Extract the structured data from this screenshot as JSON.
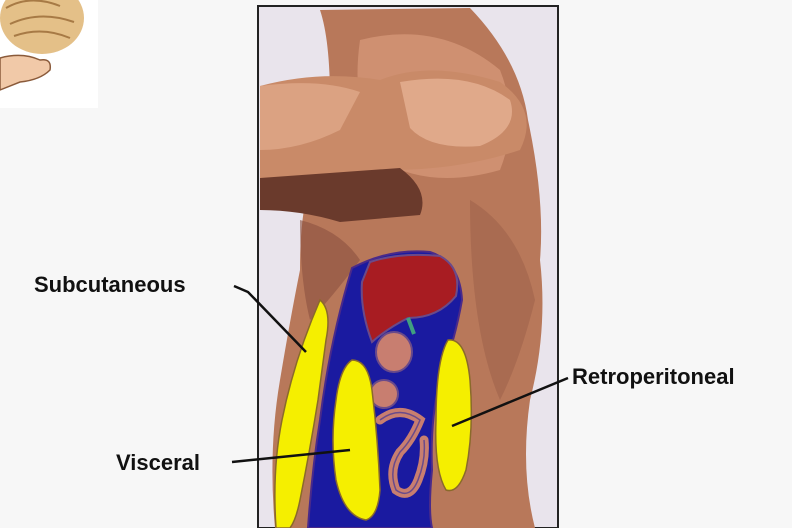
{
  "labels": {
    "subcutaneous": "Subcutaneous",
    "visceral": "Visceral",
    "retroperitoneal": "Retroperitoneal"
  },
  "colors": {
    "skin": "#b8785a",
    "skin_light": "#e0a888",
    "skin_dark": "#6a3a2c",
    "fat": "#f5ef00",
    "cavity": "#1a1aa0",
    "liver": "#a81c22",
    "organ": "#c87e70",
    "background": "#f7f7f7"
  }
}
